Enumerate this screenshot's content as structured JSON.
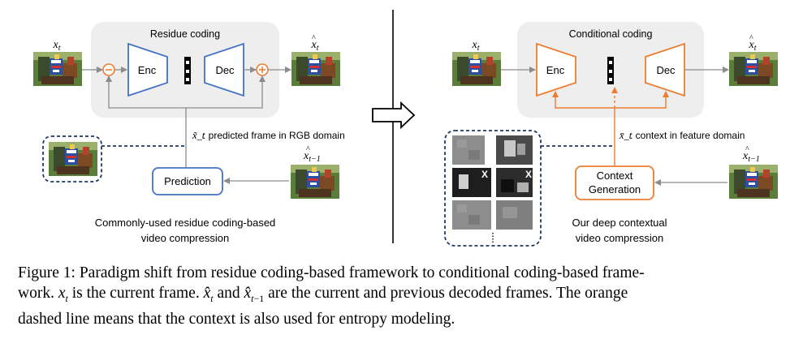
{
  "left_panel": {
    "box_title": "Residue coding",
    "enc_label": "Enc",
    "dec_label": "Dec",
    "input_label": "x_t",
    "output_label": "x̂_t",
    "prev_label": "x̂_{t−1}",
    "predicted_label_symbol": "x̃_t",
    "predicted_label_text": ": predicted frame in RGB domain",
    "prediction_label": "Prediction",
    "minus_sign": "−",
    "plus_sign": "+",
    "caption_line1": "Commonly-used residue coding-based",
    "caption_line2": "video compression"
  },
  "right_panel": {
    "box_title": "Conditional coding",
    "enc_label": "Enc",
    "dec_label": "Dec",
    "input_label": "x_t",
    "output_label": "x̂_t",
    "prev_label": "x̂_{t−1}",
    "context_label_symbol": "x̄_t",
    "context_label_text": ": context in feature domain",
    "context_gen_line1": "Context",
    "context_gen_line2": "Generation",
    "caption_line1": "Our deep contextual",
    "caption_line2": "video compression"
  },
  "colors": {
    "blue": "#4472c4",
    "orange": "#ed7d31",
    "gray_box": "#eeeeee",
    "dashed_navy": "#1f3864",
    "arrow_gray": "#a6a6a6"
  },
  "caption": {
    "line1": "Figure 1: Paradigm shift from residue coding-based framework to conditional coding-based frame-",
    "line2_a": "work.",
    "line2_xt": "x",
    "line2_b": " is the current frame. ",
    "line2_c": " and ",
    "line2_d": " are the current and previous decoded frames. The orange",
    "line3": "dashed line means that the context is also used for entropy modeling."
  }
}
